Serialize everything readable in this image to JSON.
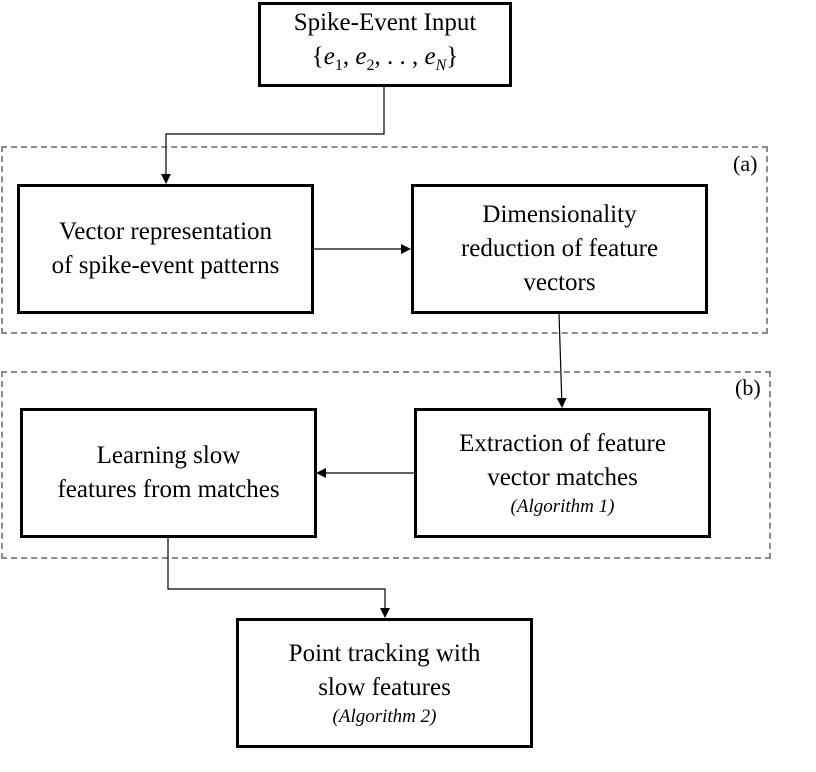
{
  "diagram": {
    "groups": [
      {
        "id": "a",
        "label": "(a)"
      },
      {
        "id": "b",
        "label": "(b)"
      }
    ],
    "nodes": {
      "input": {
        "line1": "Spike-Event Input",
        "line2": "{e₁, e₂, . . , e_N}",
        "math": {
          "open": "{",
          "e": "e",
          "s1": "1",
          "s2": "2",
          "sN": "N",
          "dots": ", . . , ",
          "close": "}"
        }
      },
      "vector_rep": {
        "line1": "Vector representation",
        "line2": "of spike-event patterns"
      },
      "dim_reduction": {
        "line1": "Dimensionality",
        "line2": "reduction of feature",
        "line3": "vectors"
      },
      "extraction": {
        "line1": "Extraction of feature",
        "line2": "vector matches",
        "sub": "(Algorithm 1)"
      },
      "learning": {
        "line1": "Learning slow",
        "line2": "features from matches"
      },
      "tracking": {
        "line1": "Point tracking with",
        "line2": "slow features",
        "sub": "(Algorithm 2)"
      }
    },
    "edges": [
      {
        "from": "input",
        "to": "vector_rep"
      },
      {
        "from": "vector_rep",
        "to": "dim_reduction"
      },
      {
        "from": "dim_reduction",
        "to": "extraction"
      },
      {
        "from": "extraction",
        "to": "learning"
      },
      {
        "from": "learning",
        "to": "tracking"
      }
    ],
    "colors": {
      "box_border": "#000000",
      "group_border": "#8c8c8c",
      "arrow": "#000000"
    }
  }
}
